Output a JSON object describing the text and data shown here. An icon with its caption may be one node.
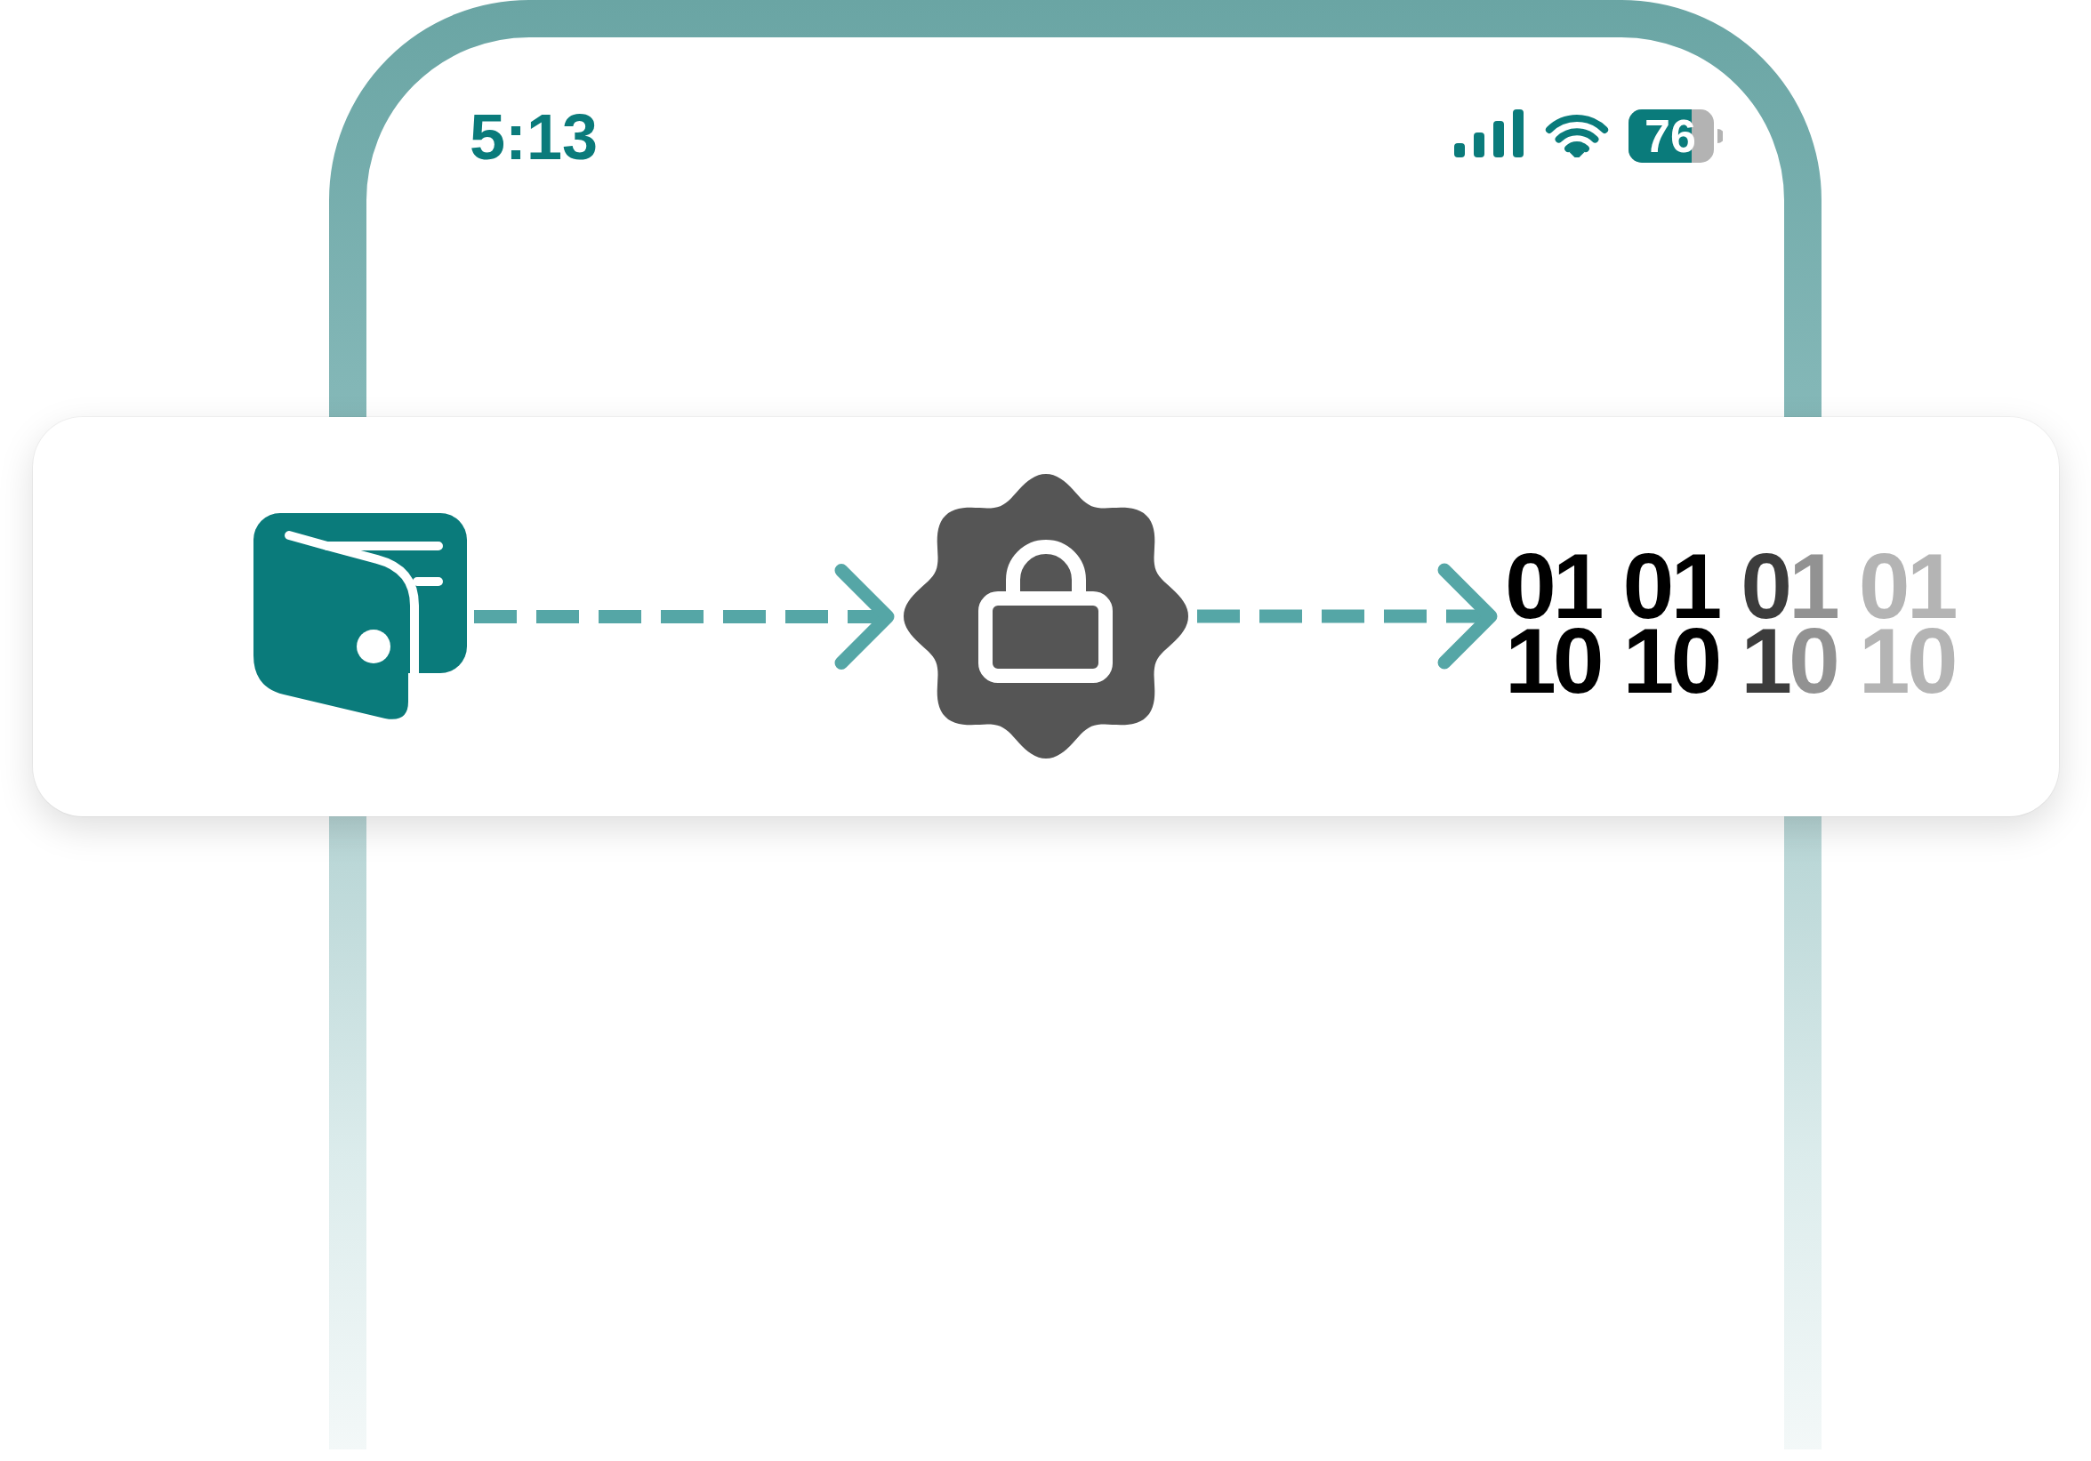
{
  "diagram": {
    "nodes": [
      {
        "text": [],
        "shape": "picture"
      },
      {
        "text": [],
        "shape": "picture"
      },
      {
        "text": [
          "01 01 01 01 10 10 10 10"
        ]
      }
    ],
    "edges": [
      {
        "from": 0,
        "to": 1,
        "arrow": "to",
        "style": "dashed"
      },
      {
        "from": 1,
        "to": 2,
        "arrow": "to",
        "style": "dashed"
      }
    ],
    "labels": [
      "5:13",
      "76"
    ]
  }
}
